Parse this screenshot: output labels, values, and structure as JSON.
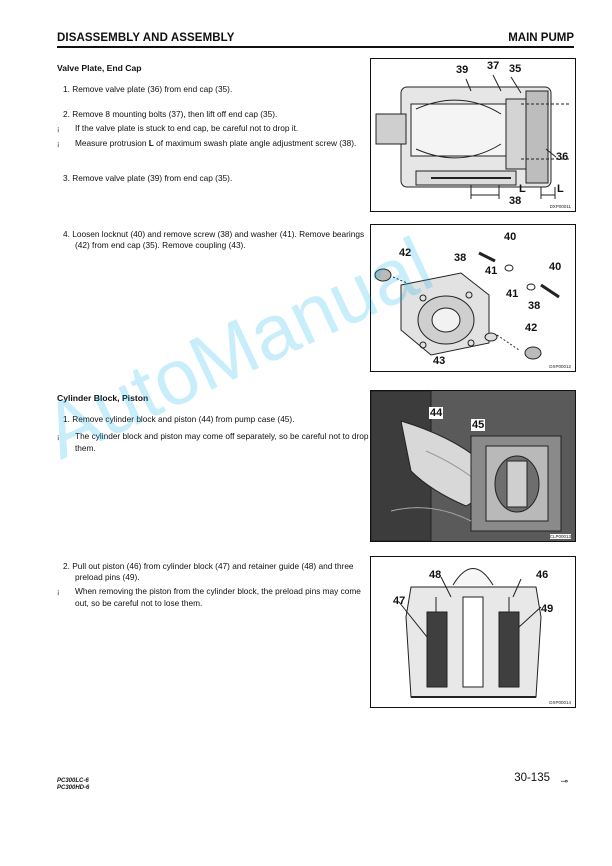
{
  "header": {
    "left": "DISASSEMBLY AND ASSEMBLY",
    "right": "MAIN PUMP"
  },
  "sections": {
    "valve_plate": {
      "title": "Valve Plate, End Cap",
      "step1": "1. Remove valve plate (36) from end cap (35).",
      "step2": "2. Remove 8 mounting bolts (37), then lift off end cap (35).",
      "note1": "If the valve plate is stuck to end cap, be careful not to drop it.",
      "note2_a": "Measure protrusion ",
      "note2_b": "L",
      "note2_c": " of maximum swash plate angle adjustment screw (38).",
      "step3": "3. Remove valve plate (39) from end cap (35).",
      "step4": "4. Loosen locknut (40) and remove screw (38) and washer (41). Remove bearings (42) from end cap (35). Remove coupling (43)."
    },
    "cylinder_block": {
      "title": "Cylinder Block, Piston",
      "step1": "1. Remove cylinder block and piston (44) from pump case (45).",
      "note1": "The cylinder block and piston may come off separately, so be careful not to drop them.",
      "step2": "2. Pull out piston (46) from cylinder block (47) and retainer guide (48) and three preload pins (49).",
      "note2": "When removing the piston from the cylinder block, the preload pins may come out, so be careful not to lose them."
    }
  },
  "note_bullet": "¡",
  "figures": {
    "fig1": {
      "code": "DXP00011",
      "labels": [
        "39",
        "37",
        "35",
        "36",
        "L",
        "38",
        "L"
      ]
    },
    "fig2": {
      "code": "DXP00012",
      "labels": [
        "42",
        "38",
        "40",
        "41",
        "40",
        "41",
        "38",
        "42",
        "43"
      ]
    },
    "fig3": {
      "code": "CLP00013",
      "labels": [
        "44",
        "45"
      ]
    },
    "fig4": {
      "code": "DXP00014",
      "labels": [
        "48",
        "46",
        "47",
        "49"
      ]
    }
  },
  "footer": {
    "model_1": "PC300LC-6",
    "model_2": "PC300HD-6",
    "page": "30-135",
    "mark": "⊸"
  },
  "watermark": "AutoManual"
}
